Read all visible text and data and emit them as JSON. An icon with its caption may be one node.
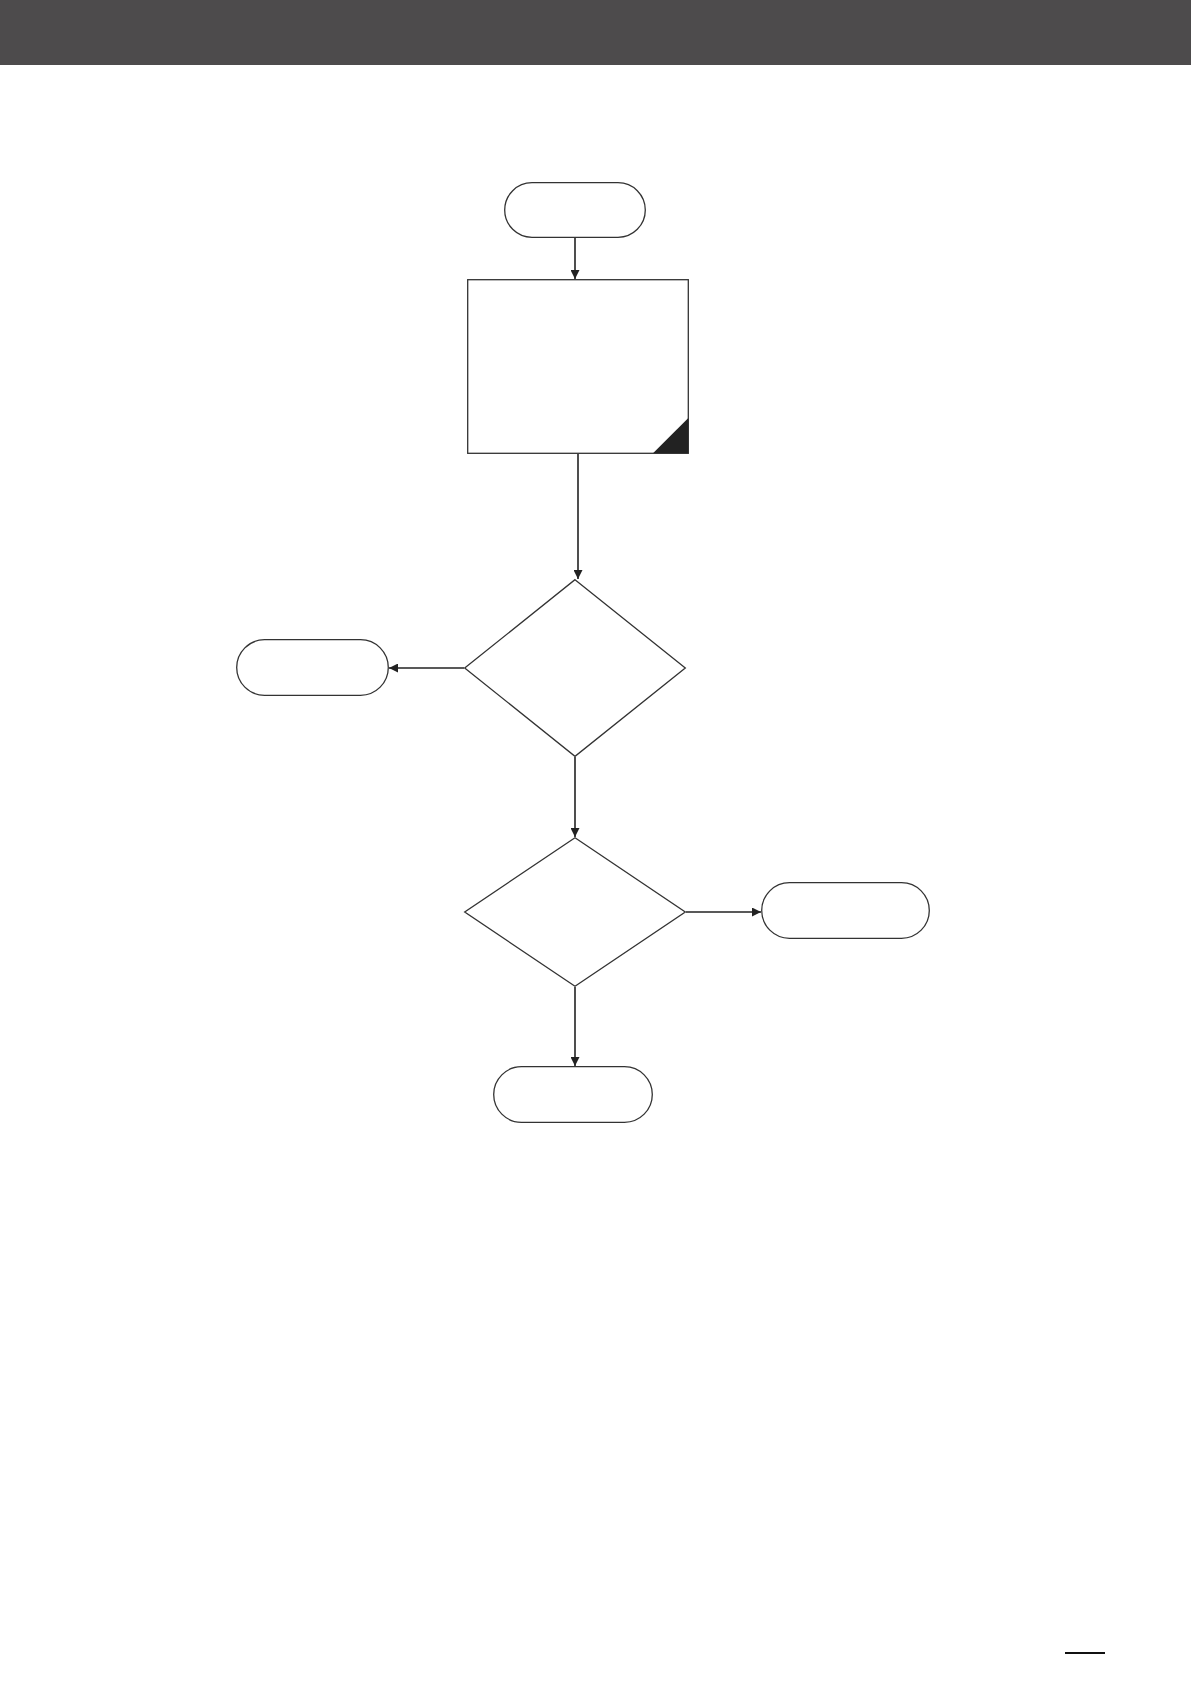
{
  "diagram": {
    "nodes": [
      {
        "text": [],
        "shape": "pill"
      },
      {
        "text": [],
        "shape": "box"
      },
      {
        "text": [],
        "shape": "diamond"
      },
      {
        "text": [],
        "shape": "pill"
      },
      {
        "text": [],
        "shape": "diamond"
      },
      {
        "text": [],
        "shape": "pill"
      },
      {
        "text": [],
        "shape": "pill"
      }
    ],
    "edges": [
      {
        "from": 0,
        "to": 1,
        "arrow": "to"
      },
      {
        "from": 1,
        "to": 2,
        "arrow": "to"
      },
      {
        "from": 2,
        "to": 3,
        "arrow": "to"
      },
      {
        "from": 2,
        "to": 4,
        "arrow": "to"
      },
      {
        "from": 4,
        "to": 5,
        "arrow": "to"
      },
      {
        "from": 4,
        "to": 6,
        "arrow": "to"
      }
    ]
  }
}
